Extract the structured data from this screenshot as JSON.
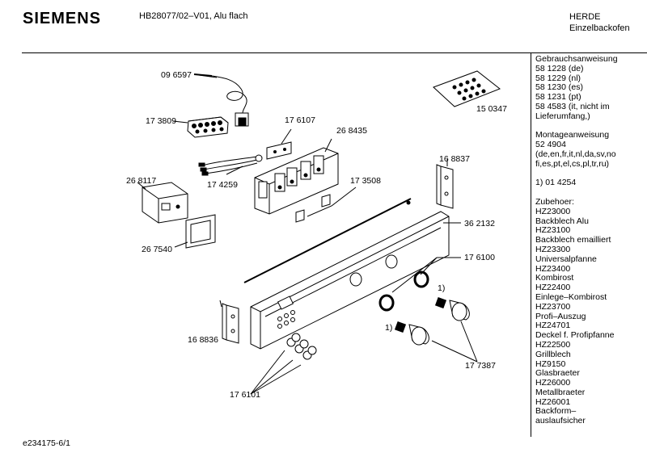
{
  "header": {
    "brand": "SIEMENS",
    "model": "HB28077/02–V01, Alu flach",
    "category_line1": "HERDE",
    "category_line2": "Einzelbackofen"
  },
  "sidebar": {
    "lines": [
      "Gebrauchsanweisung",
      "58 1228 (de)",
      "58 1229 (nl)",
      "58 1230 (es)",
      "58 1231 (pt)",
      "58 4583 (it, nicht im",
      "Lieferumfang,)",
      "",
      "Montageanweisung",
      "52 4904",
      "(de,en,fr,it,nl,da,sv,no",
      "fi,es,pt,el,cs,pl,tr,ru)",
      "",
      "1) 01 4254",
      "",
      "Zubehoer:",
      "HZ23000",
      "Backblech Alu",
      "HZ23100",
      "Backblech emailliert",
      "HZ23300",
      "Universalpfanne",
      "HZ23400",
      "Kombirost",
      "HZ22400",
      "Einlege–Kombirost",
      "HZ23700",
      "Profi–Auszug",
      "HZ24701",
      "Deckel f. Profipfanne",
      "HZ22500",
      "Grillblech",
      "HZ9150",
      "Glasbraeter",
      "HZ26000",
      "Metallbraeter",
      "HZ26001",
      "Backform–",
      "auslaufsicher"
    ]
  },
  "parts": {
    "p096597": "09 6597",
    "p173809": "17 3809",
    "p176107": "17 6107",
    "p268435": "26 8435",
    "p150347": "15 0347",
    "p174259": "17 4259",
    "p268117": "26 8117",
    "p173508": "17 3508",
    "p168837": "16 8837",
    "p275400": "26 7540",
    "p362132": "36 2132",
    "p176100": "17 6100",
    "note1a": "1)",
    "note1b": "1)",
    "p168836": "16 8836",
    "p177387": "17 7387",
    "p176101": "17 6101"
  },
  "footer": {
    "drawing_id": "e234175-6/1"
  }
}
